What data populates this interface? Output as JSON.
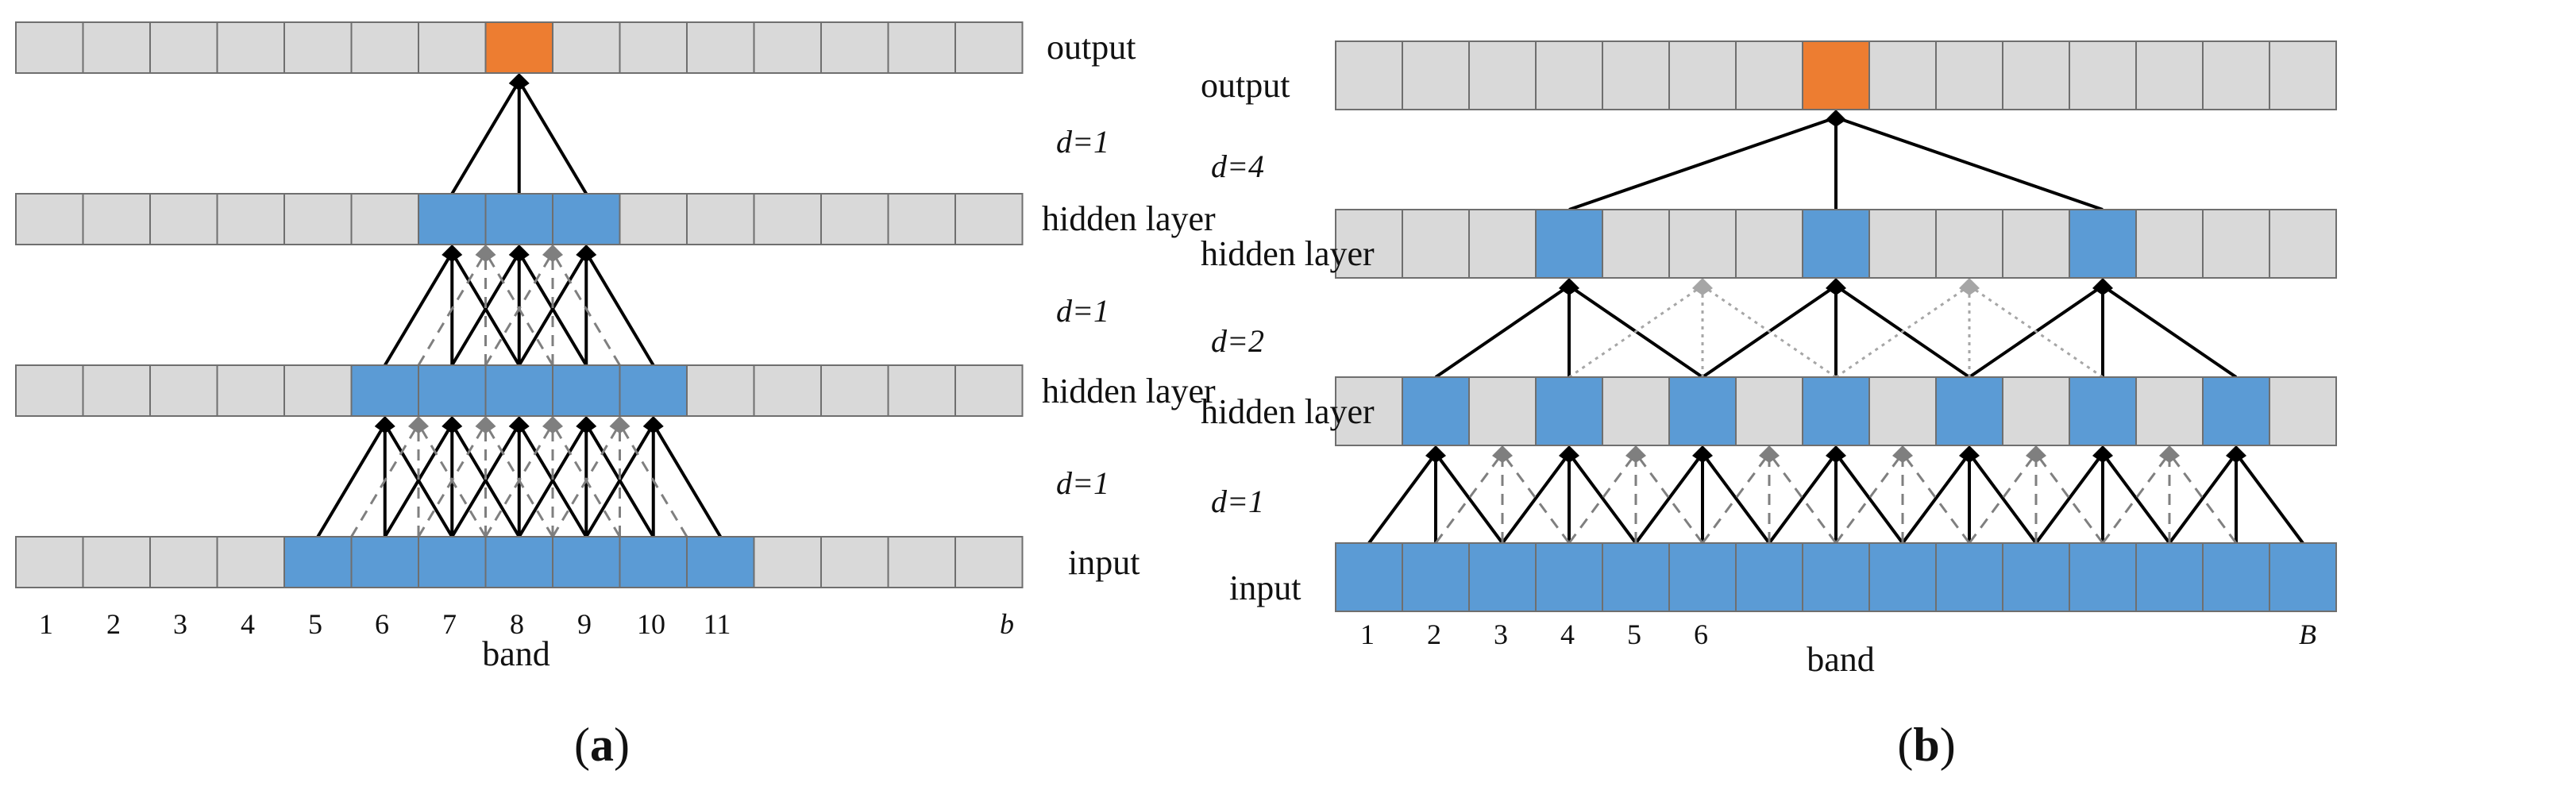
{
  "colors": {
    "gray": "#d9d9d9",
    "blue": "#5b9bd5",
    "orange": "#ed7d31",
    "active_line": "#000000",
    "dashed_line": "#7f7f7f",
    "dotted_line": "#a6a6a6"
  },
  "panel_a": {
    "caption": "a",
    "layers": [
      {
        "label": "output",
        "cells": 15,
        "blue": [],
        "orange": [
          7
        ]
      },
      {
        "label": "hidden layer",
        "cells": 15,
        "blue": [
          6,
          7,
          8
        ],
        "orange": []
      },
      {
        "label": "hidden layer",
        "cells": 15,
        "blue": [
          5,
          6,
          7,
          8,
          9
        ],
        "orange": []
      },
      {
        "label": "input",
        "cells": 15,
        "blue": [
          4,
          5,
          6,
          7,
          8,
          9,
          10
        ],
        "orange": []
      }
    ],
    "dilations": [
      "d=1",
      "d=1",
      "d=1"
    ],
    "band_labels": [
      "1",
      "2",
      "3",
      "4",
      "5",
      "6",
      "7",
      "8",
      "9",
      "10",
      "11",
      "b"
    ],
    "axis_label": "band"
  },
  "panel_b": {
    "caption": "b",
    "layers": [
      {
        "label": "output",
        "cells": 15,
        "blue": [],
        "orange": [
          7
        ]
      },
      {
        "label": "hidden layer",
        "cells": 15,
        "blue": [
          3,
          7,
          11
        ],
        "orange": []
      },
      {
        "label": "hidden layer",
        "cells": 15,
        "blue": [
          1,
          3,
          5,
          7,
          9,
          11,
          13
        ],
        "orange": []
      },
      {
        "label": "input",
        "cells": 15,
        "blue": [
          0,
          1,
          2,
          3,
          4,
          5,
          6,
          7,
          8,
          9,
          10,
          11,
          12,
          13,
          14
        ],
        "orange": []
      }
    ],
    "dilations": [
      "d=4",
      "d=2",
      "d=1"
    ],
    "band_labels": [
      "1",
      "2",
      "3",
      "4",
      "5",
      "6",
      "B"
    ],
    "axis_label": "band"
  }
}
